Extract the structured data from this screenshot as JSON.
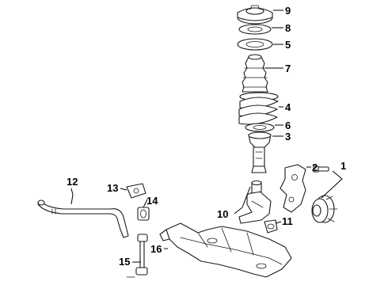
{
  "callouts": {
    "c1": "1",
    "c2": "2",
    "c3": "3",
    "c4": "4",
    "c5": "5",
    "c6": "6",
    "c7": "7",
    "c8": "8",
    "c9": "9",
    "c10": "10",
    "c11": "11",
    "c12": "12",
    "c13": "13",
    "c14": "14",
    "c15": "15",
    "c16": "16"
  },
  "colors": {
    "line": "#1a1a1a",
    "fill": "#ffffff",
    "background": "#ffffff"
  }
}
